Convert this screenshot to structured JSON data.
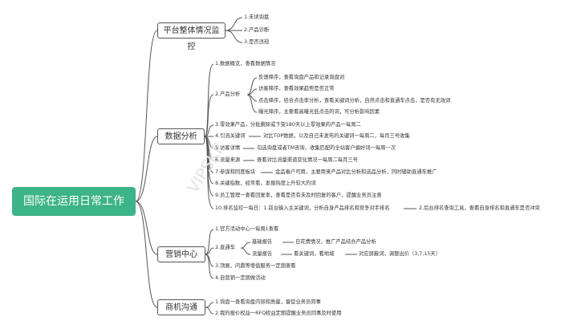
{
  "root": {
    "label": "国际在运用日常工作"
  },
  "branches": [
    {
      "label": "平台整体情况监控"
    },
    {
      "label": "数据分析"
    },
    {
      "label": "营销中心"
    },
    {
      "label": "商机沟通"
    }
  ],
  "platform": {
    "items": [
      "1.未读询盘",
      "2.产品诊断",
      "3.是否违规"
    ]
  },
  "data": {
    "i1": "1.数据概览，查看数据情况",
    "i2": "2.产品分析",
    "sub": [
      "反馈降序，查看询盘产品和记录询盘词",
      "访客降序，查看效果趋势是否正常",
      "点击降序，结合点击率分析，查看关键词分析，自然点击和直通车点击，是否有无效词",
      "曝光降序，主要看高曝光低点击的词，可分析影响因素"
    ],
    "i3": "3.零效果产品，分批删除或下架180天以上零效果的产品一每周二",
    "i4": "4.引流关键词",
    "i4d": "对比TOP数据，以及自己未发布的关键词一每周二，每月三号收集",
    "i5": "5.访客详情",
    "i5d": "勾选询盘或者TM咨询，收集匹配的全站客户偏好词一每周一次",
    "i6": "6.流量来源",
    "i6d": "查看对比流量渠道变化情况一每周二每月三号",
    "i7": "7.参谋和同度板块",
    "i7d": "金品春户可用，主要用来产品对比分析和选品分析，同时辅助直通车推广",
    "i8": "8.关键指数，经常看，发掘热度上升较大的词",
    "i9": "9.员工管理一查看回复率，查看是否有未及时回复的客户，提醒业务员注意",
    "i10": "10.排名监控一每日：1.前台输入主关键词，分析自身产品排名和竞争对手排名",
    "i10d": "2.后台排名查询工具，查看自身排名和直通车是否冲突"
  },
  "marketing": {
    "m1": "1.官方活动中心一每周1查看",
    "m2": "2.直通车",
    "s1": "基础报告",
    "s1d": "日花费情况，推广产品结合产品分析",
    "s2": "流量报告",
    "s2d": "看关键词，看地域",
    "s2e": "对应屏蔽词，调整出价（3,7,15天）",
    "m3": "3.顶展，问鼎等增值服务一定期查看",
    "m4": "4.自营销一定期做活动"
  },
  "commerce": {
    "c1": "1.询盘一查看询盘内容和质量，督促业务员同事",
    "c2": "2.我的报价权益一RFQ权益定期提醒业务员同事及时使用"
  },
  "watermark": {
    "text": "VIPSKF"
  }
}
